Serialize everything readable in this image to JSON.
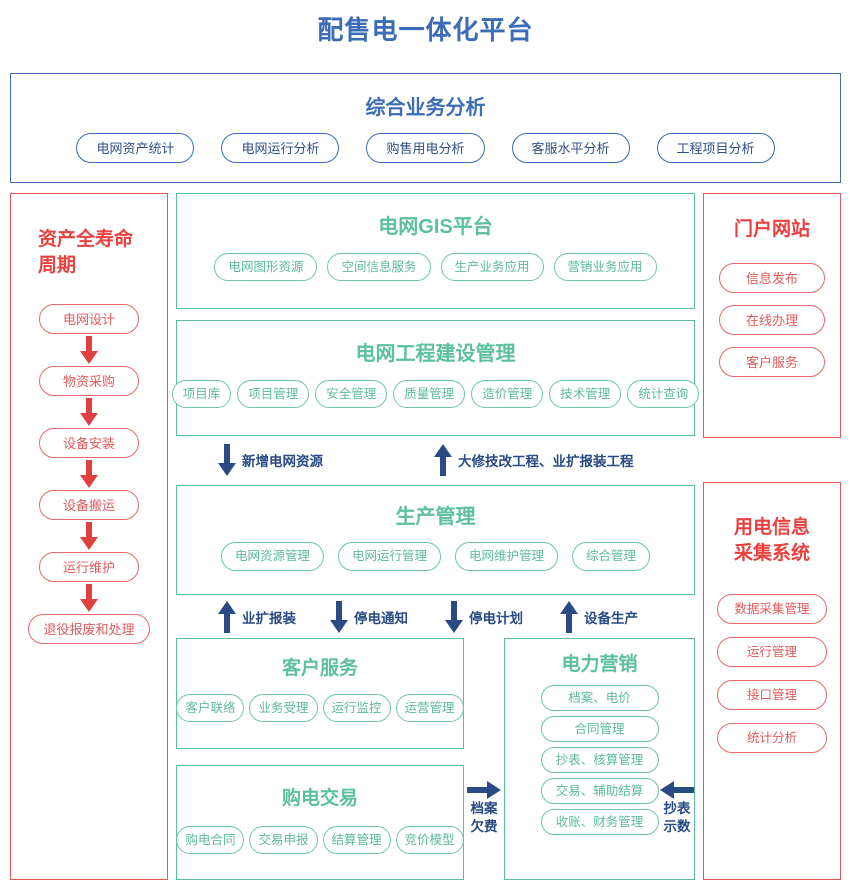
{
  "page": {
    "title": "配售电一体化平台"
  },
  "colors": {
    "title_blue": "#3b6cb7",
    "panel_blue": "#3b6cb7",
    "panel_green": "#58bf9c",
    "panel_red": "#e8565a",
    "arrow_navy": "#2a4a84",
    "arrow_red": "#e0403f"
  },
  "analytics": {
    "title": "综合业务分析",
    "items": [
      "电网资产统计",
      "电网运行分析",
      "购售用电分析",
      "客服水平分析",
      "工程项目分析"
    ]
  },
  "asset_lifecycle": {
    "title": "资产全寿命周期",
    "steps": [
      "电网设计",
      "物资采购",
      "设备安装",
      "设备搬运",
      "运行维护",
      "退役报废和处理"
    ]
  },
  "gis": {
    "title": "电网GIS平台",
    "items": [
      "电网图形资源",
      "空间信息服务",
      "生产业务应用",
      "营销业务应用"
    ]
  },
  "grid_engineering": {
    "title": "电网工程建设管理",
    "items": [
      "项目库",
      "项目管理",
      "安全管理",
      "质量管理",
      "造价管理",
      "技术管理",
      "统计查询"
    ]
  },
  "production": {
    "title": "生产管理",
    "items": [
      "电网资源管理",
      "电网运行管理",
      "电网维护管理",
      "综合管理"
    ]
  },
  "customer_service": {
    "title": "客户服务",
    "items": [
      "客户联络",
      "业务受理",
      "运行监控",
      "运营管理"
    ]
  },
  "power_purchase": {
    "title": "购电交易",
    "items": [
      "购电合同",
      "交易申报",
      "结算管理",
      "竞价模型"
    ]
  },
  "marketing": {
    "title": "电力营销",
    "items": [
      "档案、电价",
      "合同管理",
      "抄表、核算管理",
      "交易、辅助结算",
      "收账、财务管理"
    ]
  },
  "portal": {
    "title": "门户网站",
    "items": [
      "信息发布",
      "在线办理",
      "客户服务"
    ]
  },
  "collection": {
    "title": "用电信息采集系统",
    "items": [
      "数据采集管理",
      "运行管理",
      "接口管理",
      "统计分析"
    ]
  },
  "flows": {
    "new_grid_resources": "新增电网资源",
    "overhaul_projects": "大修技改工程、业扩报装工程",
    "business_expansion": "业扩报装",
    "outage_notice": "停电通知",
    "outage_plan": "停电计划",
    "equipment_production": "设备生产",
    "archive_arrears": "档案\n欠费",
    "archive_arrears_l1": "档案",
    "archive_arrears_l2": "欠费",
    "meter_reading_l1": "抄表",
    "meter_reading_l2": "示数"
  }
}
